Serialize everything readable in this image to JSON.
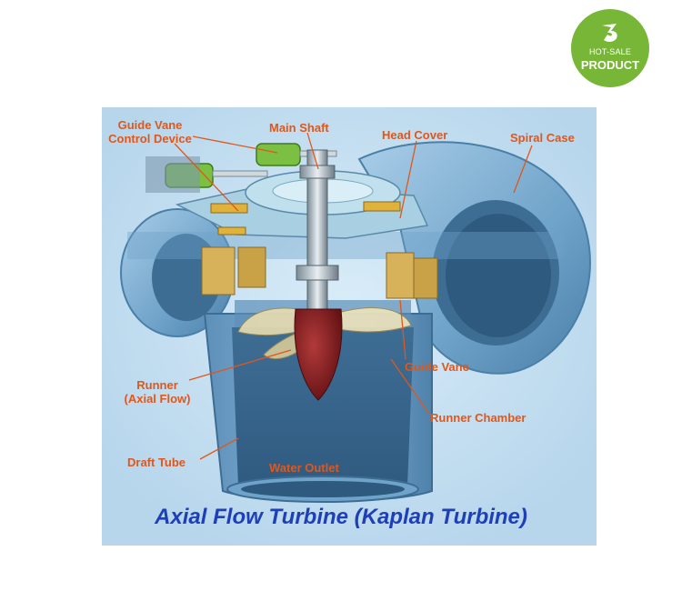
{
  "badge": {
    "line1": "HOT-SALE",
    "line2": "PRODUCT"
  },
  "labels": {
    "guide_vane_control_line1": "Guide Vane",
    "guide_vane_control_line2": "Control Device",
    "main_shaft": "Main Shaft",
    "head_cover": "Head Cover",
    "spiral_case": "Spiral Case",
    "runner_line1": "Runner",
    "runner_line2": "(Axial Flow)",
    "guide_vane": "Guide Vane",
    "runner_chamber": "Runner Chamber",
    "draft_tube": "Draft Tube",
    "water_outlet": "Water Outlet"
  },
  "caption": "Axial Flow Turbine (Kaplan Turbine)",
  "colors": {
    "label": "#e0571a",
    "caption": "#1f3fb8",
    "badge": "#77b636",
    "casing": "#6fa3c9",
    "runner": "#8b1a1a"
  }
}
